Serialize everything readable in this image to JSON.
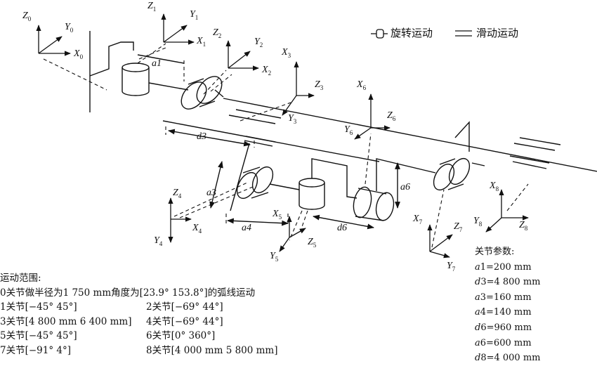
{
  "legend": {
    "rotary": "旋转运动",
    "sliding": "滑动运动"
  },
  "axes": {
    "frame0": {
      "z": "Z",
      "y": "Y",
      "x": "X",
      "sub": "0"
    },
    "frame1": {
      "z": "Z",
      "y": "Y",
      "x": "X",
      "sub": "1"
    },
    "frame2": {
      "z": "Z",
      "y": "Y",
      "x": "X",
      "sub": "2"
    },
    "frame3": {
      "z": "Z",
      "y": "Y",
      "x": "X",
      "sub": "3"
    },
    "frame4": {
      "z": "Z",
      "y": "Y",
      "x": "X",
      "sub": "4"
    },
    "frame5": {
      "z": "Z",
      "y": "Y",
      "x": "X",
      "sub": "5"
    },
    "frame6": {
      "z": "Z",
      "y": "Y",
      "x": "X",
      "sub": "6"
    },
    "frame7": {
      "z": "Z",
      "y": "Y",
      "x": "X",
      "sub": "7"
    },
    "frame8": {
      "z": "Z",
      "y": "Y",
      "x": "X",
      "sub": "8"
    }
  },
  "dimensions": {
    "a1": "a1",
    "d3": "d3",
    "a3": "a3",
    "a4": "a4",
    "d6": "d6",
    "a6": "a6"
  },
  "parameters": {
    "title": "关节参数:",
    "items": [
      {
        "sym": "a",
        "rest": "1=200 mm"
      },
      {
        "sym": "d",
        "rest": "3=4 800 mm"
      },
      {
        "sym": "a",
        "rest": "3=160 mm"
      },
      {
        "sym": "a",
        "rest": "4=140 mm"
      },
      {
        "sym": "d",
        "rest": "6=960 mm"
      },
      {
        "sym": "a",
        "rest": "6=600 mm"
      },
      {
        "sym": "d",
        "rest": "8=4 000 mm"
      }
    ]
  },
  "motion_range": {
    "title": "运动范围:",
    "joint0": "0关节做半径为1 750 mm角度为[23.9° 153.8°]的弧线运动",
    "rows": [
      [
        "1关节[−45° 45°]",
        "2关节[−69° 44°]"
      ],
      [
        "3关节[4 800 mm 6 400 mm]",
        "4关节[−69° 44°]"
      ],
      [
        "5关节[−45° 45°]",
        "6关节[0° 360°]"
      ],
      [
        "7关节[−91° 4°]",
        "8关节[4 000 mm  5 800 mm]"
      ]
    ]
  }
}
